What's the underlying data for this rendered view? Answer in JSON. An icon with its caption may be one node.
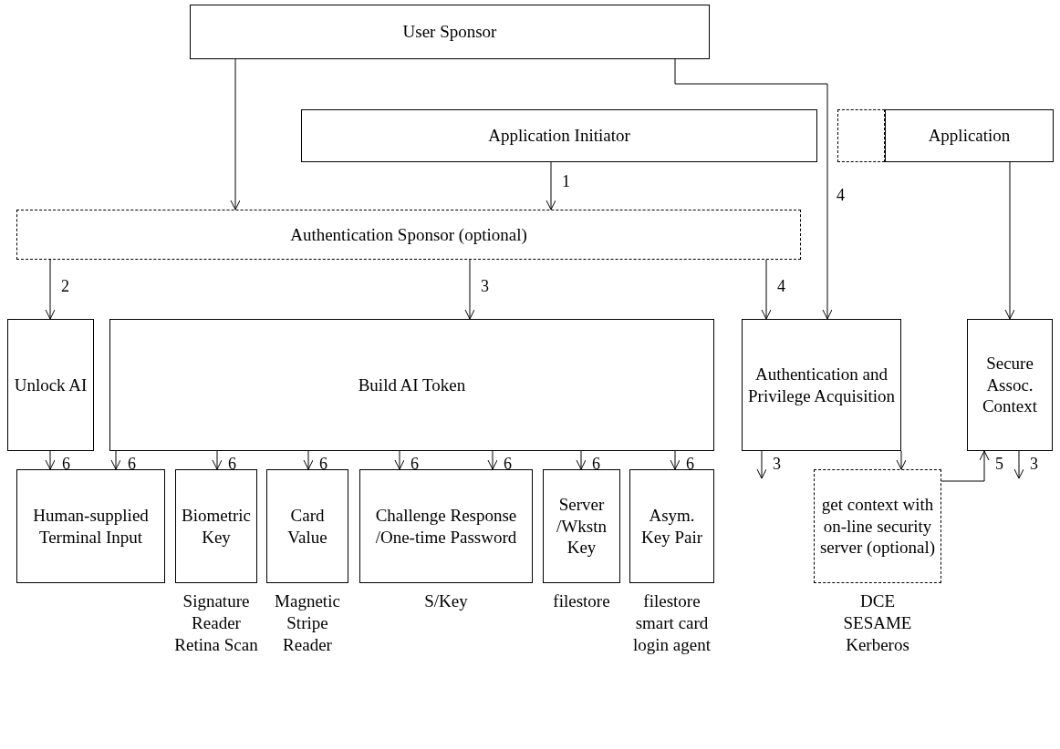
{
  "diagram": {
    "nodes": [
      {
        "text": [
          "User Sponsor"
        ]
      },
      {
        "text": [
          "Application Initiator"
        ]
      },
      {
        "text": [],
        "shape": "box"
      },
      {
        "text": [
          "Application"
        ]
      },
      {
        "text": [
          "Authentication Sponsor (optional)"
        ]
      },
      {
        "text": [
          "Unlock AI"
        ]
      },
      {
        "text": [
          "Build AI Token"
        ]
      },
      {
        "text": [
          "Authentication and Privilege Acquisition"
        ]
      },
      {
        "text": [
          "Secure Assoc. Context"
        ]
      },
      {
        "text": [
          "Human-supplied Terminal Input"
        ]
      },
      {
        "text": [
          "Biometric Key"
        ],
        "beside": [
          "Signature Reader",
          "Retina Scan"
        ]
      },
      {
        "text": [
          "Card Value"
        ],
        "beside": [
          "Magnetic Stripe Reader"
        ]
      },
      {
        "text": [
          "Challenge Response /One-time Password"
        ],
        "beside": [
          "S/Key"
        ]
      },
      {
        "text": [
          "Server /Wkstn Key"
        ],
        "beside": [
          "filestore"
        ]
      },
      {
        "text": [
          "Asym. Key Pair"
        ],
        "beside": [
          "filestore",
          "smart card",
          "login agent"
        ]
      },
      {
        "text": [
          "get context with on-line security server (optional)"
        ],
        "beside": [
          "DCE",
          "SESAME",
          "Kerberos"
        ]
      }
    ],
    "edges": [
      {
        "from": 0,
        "to": 4,
        "arrow": "to"
      },
      {
        "from": 0,
        "to": 7,
        "label": "4",
        "arrow": "to"
      },
      {
        "from": 1,
        "to": 4,
        "label": "1",
        "arrow": "to"
      },
      {
        "from": 3,
        "to": 8,
        "arrow": "to"
      },
      {
        "from": 4,
        "to": 5,
        "label": "2",
        "arrow": "to"
      },
      {
        "from": 4,
        "to": 6,
        "label": "3",
        "arrow": "to"
      },
      {
        "from": 4,
        "to": 7,
        "label": "4",
        "arrow": "to"
      },
      {
        "from": 5,
        "to": 9,
        "label": "6",
        "arrow": "to"
      },
      {
        "from": 6,
        "to": 9,
        "label": "6",
        "arrow": "to"
      },
      {
        "from": 6,
        "to": 10,
        "label": "6",
        "arrow": "to"
      },
      {
        "from": 6,
        "to": 11,
        "label": "6",
        "arrow": "to"
      },
      {
        "from": 6,
        "to": 12,
        "label": "6",
        "arrow": "to"
      },
      {
        "from": 6,
        "to": 12,
        "label": "6",
        "arrow": "to"
      },
      {
        "from": 6,
        "to": 13,
        "label": "6",
        "arrow": "to"
      },
      {
        "from": 6,
        "to": 14,
        "label": "6",
        "arrow": "to"
      },
      {
        "from": 7,
        "to": null,
        "label": "3",
        "arrow": "to"
      },
      {
        "from": 7,
        "to": 15,
        "arrow": "to"
      },
      {
        "from": 15,
        "to": 8,
        "label": "5",
        "arrow": "to"
      },
      {
        "from": 8,
        "to": null,
        "label": "3",
        "arrow": "to"
      }
    ]
  }
}
